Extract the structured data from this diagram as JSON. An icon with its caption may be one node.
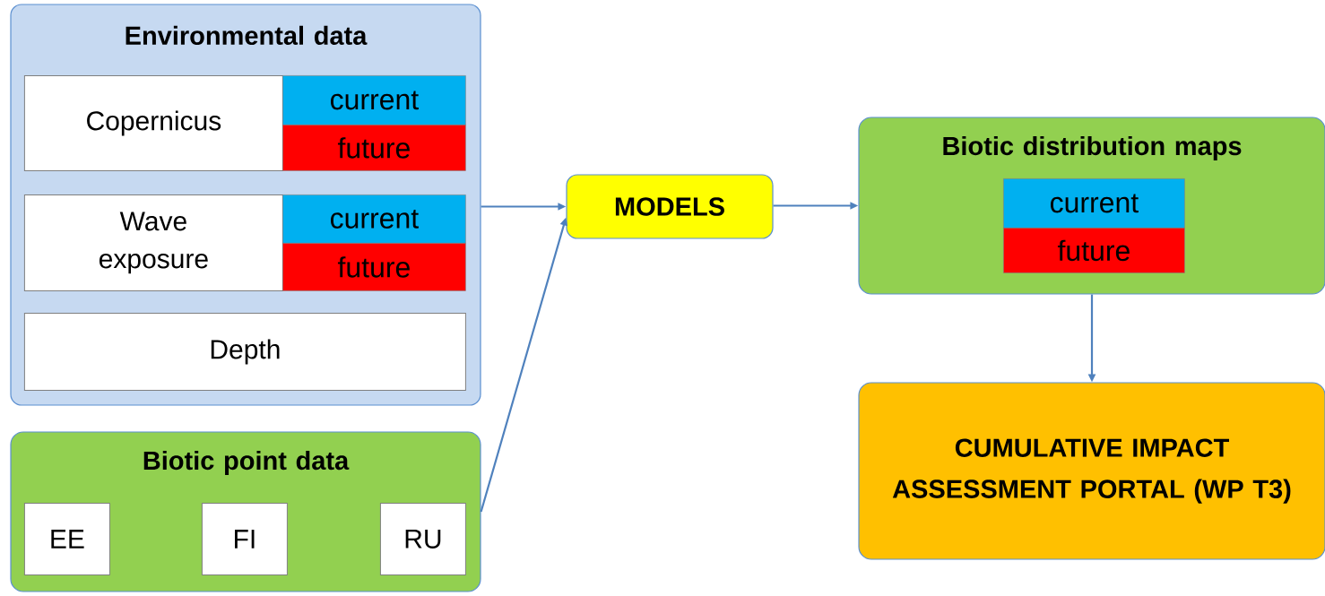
{
  "diagram": {
    "nodes": [
      {
        "text": [
          "Environmental data"
        ]
      },
      {
        "text": [
          "Copernicus"
        ],
        "in": 0
      },
      {
        "text": [
          "current"
        ],
        "in": 0
      },
      {
        "text": [
          "future"
        ],
        "in": 0
      },
      {
        "text": [
          "Wave exposure"
        ],
        "in": 0
      },
      {
        "text": [
          "current"
        ],
        "in": 0
      },
      {
        "text": [
          "future"
        ],
        "in": 0
      },
      {
        "text": [
          "Depth"
        ],
        "in": 0
      },
      {
        "text": [
          "Biotic point data"
        ]
      },
      {
        "text": [
          "EE"
        ],
        "in": 8
      },
      {
        "text": [
          "FI"
        ],
        "in": 8
      },
      {
        "text": [
          "RU"
        ],
        "in": 8
      },
      {
        "text": [
          "MODELS"
        ]
      },
      {
        "text": [
          "Biotic distribution maps"
        ]
      },
      {
        "text": [
          "current"
        ],
        "in": 13
      },
      {
        "text": [
          "future"
        ],
        "in": 13
      },
      {
        "text": [
          "CUMULATIVE IMPACT ASSESSMENT PORTAL (WP T3)"
        ]
      }
    ],
    "edges": [
      {
        "from": 0,
        "to": 12,
        "arrow": "to"
      },
      {
        "from": 8,
        "to": 12,
        "arrow": "to"
      },
      {
        "from": 12,
        "to": 13,
        "arrow": "to"
      },
      {
        "from": 13,
        "to": 16,
        "arrow": "to"
      }
    ]
  }
}
